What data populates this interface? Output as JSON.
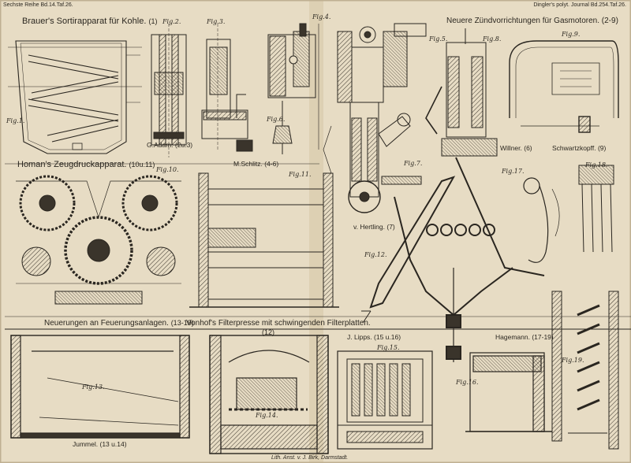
{
  "header": {
    "left": "Sechste Reihe Bd.14.Taf.26.",
    "right": "Dingler's polyt. Journal Bd.254.Taf.26."
  },
  "headings": {
    "brauer": "Brauer's Sortirapparat für Kohle.",
    "brauer_ref": "(1)",
    "gas": "Neuere Zündvorrichtungen für Gasmotoren.",
    "gas_ref": "(2-9)",
    "homan": "Homan's Zeugdruckapparat.",
    "homan_ref": "(10u.11)",
    "feuerung": "Neuerungen an Feuerungsanlagen.",
    "feuerung_ref": "(13-19)",
    "vonhof": "Vonhof's Filterpresse mit schwingenden Filterplatten.",
    "vonhof_ref": "(12)"
  },
  "figures": {
    "fig1": "Fig.1.",
    "fig2": "Fig.2.",
    "fig3": "Fig.3.",
    "fig4": "Fig.4.",
    "fig5": "Fig.5.",
    "fig6": "Fig.6.",
    "fig7": "Fig.7.",
    "fig8": "Fig.8.",
    "fig9": "Fig.9.",
    "fig10": "Fig.10.",
    "fig11": "Fig.11.",
    "fig12": "Fig.12.",
    "fig13": "Fig.13.",
    "fig14": "Fig.14.",
    "fig15": "Fig.15.",
    "fig16": "Fig.16.",
    "fig17": "Fig.17.",
    "fig18": "Fig.18.",
    "fig19": "Fig.19."
  },
  "captions": {
    "adam": "G.Adam.",
    "adam_ref": "(2u.3)",
    "schlitz": "M.Schlitz.",
    "schlitz_ref": "(4-6)",
    "hertling": "v. Hertling.",
    "hertling_ref": "(7)",
    "willner": "Willner.",
    "willner_ref": "(6)",
    "schwartzkopff": "Schwartzkopff.",
    "schwartzkopff_ref": "(9)",
    "lipps": "J. Lipps.",
    "lipps_ref": "(15 u.16)",
    "hagemann": "Hagemann.",
    "hagemann_ref": "(17-19)",
    "jummel": "Jummel.",
    "jummel_ref": "(13 u.14)"
  },
  "footer": {
    "lithographer": "Lith. Anst. v. J. Birk, Darmstadt."
  },
  "colors": {
    "paper": "#e7dcc4",
    "ink": "#2a2620",
    "shade": "#6b6254"
  }
}
